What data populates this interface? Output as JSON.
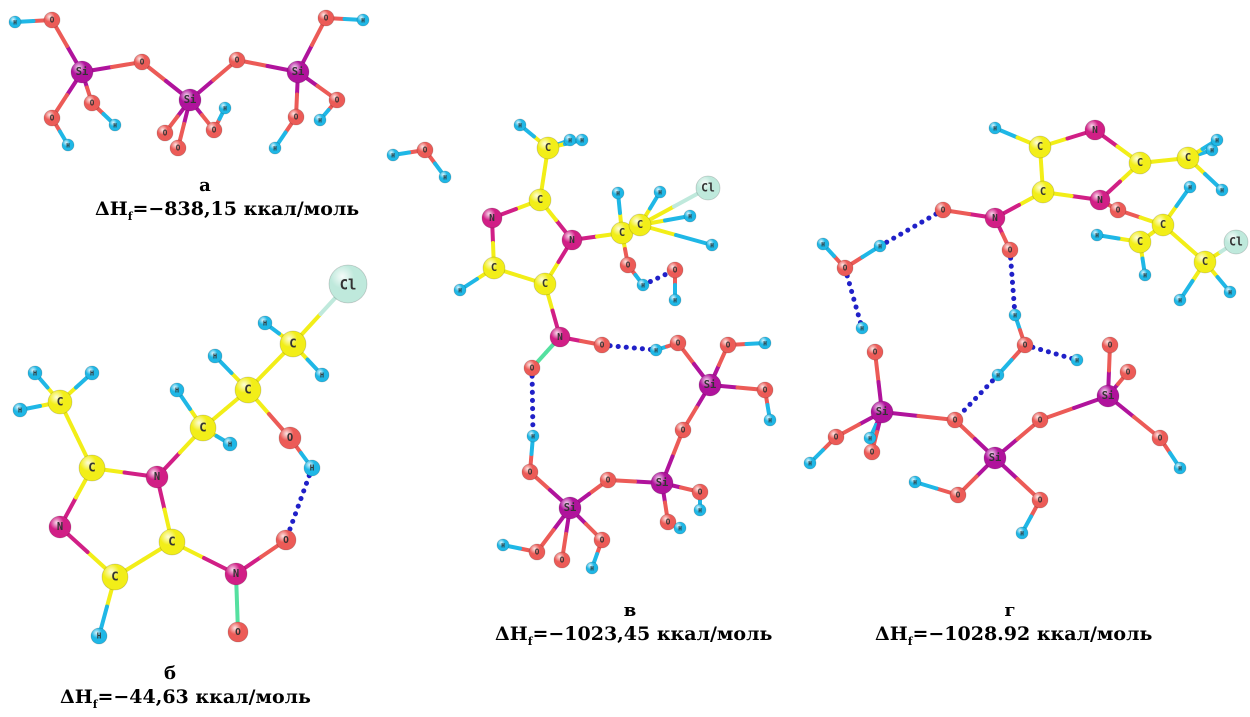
{
  "colors": {
    "Si": "#b0139c",
    "O": "#ec5b57",
    "H": "#1fb7e6",
    "C": "#f2ee18",
    "N": "#d11f86",
    "Cl": "#bfe9dc",
    "hbond": "#2020c8",
    "label": "#333333"
  },
  "symbols": {
    "Si": "Si",
    "O": "O",
    "H": "H",
    "C": "C",
    "N": "N",
    "Cl": "Cl"
  },
  "panels": [
    {
      "id": "a",
      "caption": {
        "letter": "а",
        "prefix": "ΔH",
        "sub": "f",
        "value": "=−838,15 ккал/моль"
      },
      "atoms": [
        [
          "Si",
          82,
          72,
          11
        ],
        [
          "Si",
          190,
          100,
          11
        ],
        [
          "Si",
          298,
          72,
          11
        ],
        [
          "O",
          142,
          62,
          8
        ],
        [
          "O",
          237,
          60,
          8
        ],
        [
          "O",
          52,
          20,
          8
        ],
        [
          "H",
          15,
          22,
          6
        ],
        [
          "O",
          52,
          118,
          8
        ],
        [
          "H",
          68,
          145,
          6
        ],
        [
          "O",
          92,
          103,
          8
        ],
        [
          "H",
          115,
          125,
          6
        ],
        [
          "O",
          165,
          133,
          8
        ],
        [
          "O",
          178,
          148,
          8
        ],
        [
          "O",
          214,
          130,
          8
        ],
        [
          "H",
          225,
          108,
          6
        ],
        [
          "O",
          326,
          18,
          8
        ],
        [
          "H",
          363,
          20,
          6
        ],
        [
          "O",
          337,
          100,
          8
        ],
        [
          "H",
          320,
          120,
          6
        ],
        [
          "O",
          296,
          117,
          8
        ],
        [
          "H",
          275,
          148,
          6
        ]
      ],
      "bonds": [
        [
          0,
          3
        ],
        [
          3,
          1
        ],
        [
          1,
          4
        ],
        [
          4,
          2
        ],
        [
          0,
          5
        ],
        [
          5,
          6
        ],
        [
          0,
          7
        ],
        [
          7,
          8
        ],
        [
          0,
          9
        ],
        [
          9,
          10
        ],
        [
          1,
          11
        ],
        [
          1,
          12
        ],
        [
          1,
          13
        ],
        [
          13,
          14
        ],
        [
          2,
          15
        ],
        [
          15,
          16
        ],
        [
          2,
          17
        ],
        [
          17,
          18
        ],
        [
          2,
          19
        ],
        [
          19,
          20
        ]
      ],
      "hbonds": []
    },
    {
      "id": "b",
      "caption": {
        "letter": "б",
        "prefix": "ΔH",
        "sub": "f",
        "value": "=−44,63 ккал/моль"
      },
      "atoms": [
        [
          "N",
          157,
          477,
          11
        ],
        [
          "C",
          172,
          542,
          13
        ],
        [
          "C",
          115,
          577,
          13
        ],
        [
          "N",
          60,
          527,
          11
        ],
        [
          "C",
          92,
          468,
          13
        ],
        [
          "C",
          60,
          402,
          12
        ],
        [
          "H",
          35,
          373,
          7
        ],
        [
          "H",
          92,
          373,
          7
        ],
        [
          "H",
          20,
          410,
          7
        ],
        [
          "C",
          203,
          428,
          13
        ],
        [
          "H",
          177,
          390,
          7
        ],
        [
          "H",
          230,
          444,
          7
        ],
        [
          "C",
          248,
          390,
          13
        ],
        [
          "H",
          215,
          356,
          7
        ],
        [
          "O",
          290,
          438,
          11
        ],
        [
          "H",
          312,
          468,
          8
        ],
        [
          "C",
          293,
          344,
          13
        ],
        [
          "H",
          265,
          323,
          7
        ],
        [
          "H",
          322,
          375,
          7
        ],
        [
          "Cl",
          348,
          284,
          19
        ],
        [
          "H",
          99,
          636,
          8
        ],
        [
          "N",
          236,
          574,
          11
        ],
        [
          "O",
          286,
          540,
          10
        ],
        [
          "O",
          238,
          632,
          10
        ]
      ],
      "bonds": [
        [
          0,
          1
        ],
        [
          1,
          2
        ],
        [
          2,
          3
        ],
        [
          3,
          4
        ],
        [
          4,
          0
        ],
        [
          4,
          5
        ],
        [
          5,
          6
        ],
        [
          5,
          7
        ],
        [
          5,
          8
        ],
        [
          0,
          9
        ],
        [
          9,
          10
        ],
        [
          9,
          11
        ],
        [
          9,
          12
        ],
        [
          12,
          13
        ],
        [
          12,
          14
        ],
        [
          14,
          15
        ],
        [
          12,
          16
        ],
        [
          16,
          17
        ],
        [
          16,
          18
        ],
        [
          16,
          19
        ],
        [
          2,
          20
        ],
        [
          1,
          21
        ],
        [
          21,
          22
        ],
        [
          21,
          23
        ]
      ],
      "hbonds": [
        [
          15,
          22
        ]
      ],
      "greenBonds": [
        [
          21,
          23
        ]
      ]
    },
    {
      "id": "c",
      "caption": {
        "letter": "в",
        "prefix": "ΔH",
        "sub": "f",
        "value": "=−1023,45 ккал/моль"
      },
      "atoms": [
        [
          "O",
          425,
          150,
          8
        ],
        [
          "H",
          393,
          155,
          6
        ],
        [
          "H",
          445,
          177,
          6
        ],
        [
          "C",
          540,
          200,
          11
        ],
        [
          "C",
          548,
          148,
          11
        ],
        [
          "H",
          520,
          125,
          6
        ],
        [
          "H",
          570,
          140,
          6
        ],
        [
          "H",
          582,
          140,
          6
        ],
        [
          "N",
          492,
          218,
          10
        ],
        [
          "C",
          494,
          268,
          11
        ],
        [
          "H",
          460,
          290,
          6
        ],
        [
          "C",
          545,
          284,
          11
        ],
        [
          "N",
          572,
          240,
          10
        ],
        [
          "C",
          622,
          233,
          11
        ],
        [
          "H",
          618,
          193,
          6
        ],
        [
          "C",
          640,
          225,
          11
        ],
        [
          "H",
          660,
          192,
          6
        ],
        [
          "Cl",
          708,
          188,
          12
        ],
        [
          "H",
          690,
          216,
          6
        ],
        [
          "H",
          712,
          245,
          6
        ],
        [
          "O",
          628,
          265,
          8
        ],
        [
          "H",
          643,
          285,
          6
        ],
        [
          "O",
          675,
          270,
          8
        ],
        [
          "H",
          675,
          300,
          6
        ],
        [
          "N",
          560,
          337,
          10
        ],
        [
          "O",
          602,
          345,
          8
        ],
        [
          "O",
          532,
          368,
          8
        ],
        [
          "H",
          533,
          436,
          6
        ],
        [
          "O",
          530,
          472,
          8
        ],
        [
          "H",
          656,
          350,
          6
        ],
        [
          "O",
          678,
          343,
          8
        ],
        [
          "Si",
          710,
          385,
          11
        ],
        [
          "O",
          728,
          345,
          8
        ],
        [
          "H",
          765,
          343,
          6
        ],
        [
          "O",
          765,
          390,
          8
        ],
        [
          "H",
          770,
          420,
          6
        ],
        [
          "O",
          683,
          430,
          8
        ],
        [
          "Si",
          662,
          483,
          11
        ],
        [
          "O",
          700,
          492,
          8
        ],
        [
          "H",
          700,
          510,
          6
        ],
        [
          "O",
          668,
          522,
          8
        ],
        [
          "H",
          680,
          528,
          6
        ],
        [
          "O",
          608,
          480,
          8
        ],
        [
          "Si",
          570,
          508,
          11
        ],
        [
          "O",
          602,
          540,
          8
        ],
        [
          "H",
          592,
          568,
          6
        ],
        [
          "O",
          537,
          552,
          8
        ],
        [
          "H",
          503,
          545,
          6
        ],
        [
          "O",
          562,
          560,
          8
        ]
      ],
      "bonds": [
        [
          0,
          1
        ],
        [
          0,
          2
        ],
        [
          3,
          4
        ],
        [
          4,
          5
        ],
        [
          4,
          6
        ],
        [
          4,
          7
        ],
        [
          3,
          8
        ],
        [
          8,
          9
        ],
        [
          9,
          10
        ],
        [
          9,
          11
        ],
        [
          11,
          12
        ],
        [
          12,
          3
        ],
        [
          12,
          13
        ],
        [
          13,
          14
        ],
        [
          13,
          15
        ],
        [
          15,
          16
        ],
        [
          15,
          17
        ],
        [
          15,
          18
        ],
        [
          15,
          19
        ],
        [
          13,
          20
        ],
        [
          20,
          21
        ],
        [
          22,
          23
        ],
        [
          11,
          24
        ],
        [
          24,
          25
        ],
        [
          24,
          26
        ],
        [
          29,
          30
        ],
        [
          30,
          31
        ],
        [
          31,
          32
        ],
        [
          32,
          33
        ],
        [
          31,
          34
        ],
        [
          34,
          35
        ],
        [
          31,
          36
        ],
        [
          36,
          37
        ],
        [
          37,
          38
        ],
        [
          38,
          39
        ],
        [
          37,
          40
        ],
        [
          40,
          41
        ],
        [
          37,
          42
        ],
        [
          42,
          43
        ],
        [
          43,
          44
        ],
        [
          44,
          45
        ],
        [
          43,
          46
        ],
        [
          46,
          47
        ],
        [
          43,
          48
        ],
        [
          28,
          27
        ],
        [
          28,
          43
        ]
      ],
      "hbonds": [
        [
          25,
          29
        ],
        [
          26,
          27
        ],
        [
          21,
          22
        ]
      ],
      "greenBonds": [
        [
          24,
          26
        ]
      ]
    },
    {
      "id": "d",
      "caption": {
        "letter": "г",
        "prefix": "ΔH",
        "sub": "f",
        "value": "=−1028.92 ккал/моль"
      },
      "atoms": [
        [
          "H",
          995,
          128,
          6
        ],
        [
          "C",
          1040,
          147,
          11
        ],
        [
          "N",
          1095,
          130,
          10
        ],
        [
          "C",
          1140,
          163,
          11
        ],
        [
          "C",
          1043,
          192,
          11
        ],
        [
          "N",
          1100,
          200,
          10
        ],
        [
          "C",
          1188,
          158,
          11
        ],
        [
          "H",
          1212,
          150,
          6
        ],
        [
          "H",
          1222,
          190,
          6
        ],
        [
          "H",
          1217,
          140,
          6
        ],
        [
          "O",
          1118,
          210,
          8
        ],
        [
          "C",
          1163,
          225,
          11
        ],
        [
          "H",
          1190,
          187,
          6
        ],
        [
          "C",
          1140,
          242,
          11
        ],
        [
          "H",
          1097,
          235,
          6
        ],
        [
          "C",
          1205,
          262,
          11
        ],
        [
          "Cl",
          1236,
          242,
          12
        ],
        [
          "H",
          1230,
          292,
          6
        ],
        [
          "H",
          1180,
          300,
          6
        ],
        [
          "H",
          1145,
          275,
          6
        ],
        [
          "N",
          995,
          218,
          10
        ],
        [
          "O",
          943,
          210,
          8
        ],
        [
          "O",
          1010,
          250,
          8
        ],
        [
          "H",
          823,
          244,
          6
        ],
        [
          "O",
          845,
          268,
          8
        ],
        [
          "H",
          880,
          246,
          6
        ],
        [
          "H",
          862,
          328,
          6
        ],
        [
          "O",
          875,
          352,
          8
        ],
        [
          "Si",
          882,
          412,
          11
        ],
        [
          "O",
          836,
          437,
          8
        ],
        [
          "H",
          810,
          463,
          6
        ],
        [
          "H",
          870,
          438,
          6
        ],
        [
          "O",
          872,
          452,
          8
        ],
        [
          "O",
          955,
          420,
          8
        ],
        [
          "Si",
          995,
          458,
          11
        ],
        [
          "O",
          958,
          495,
          8
        ],
        [
          "H",
          915,
          482,
          6
        ],
        [
          "O",
          1040,
          500,
          8
        ],
        [
          "H",
          1022,
          533,
          6
        ],
        [
          "O",
          1040,
          420,
          8
        ],
        [
          "Si",
          1108,
          396,
          11
        ],
        [
          "O",
          1160,
          438,
          8
        ],
        [
          "H",
          1180,
          468,
          6
        ],
        [
          "O",
          1110,
          345,
          8
        ],
        [
          "O",
          1128,
          372,
          8
        ],
        [
          "H",
          1015,
          315,
          6
        ],
        [
          "O",
          1025,
          345,
          8
        ],
        [
          "H",
          998,
          375,
          6
        ],
        [
          "H",
          1077,
          360,
          6
        ]
      ],
      "bonds": [
        [
          0,
          1
        ],
        [
          1,
          2
        ],
        [
          2,
          3
        ],
        [
          3,
          5
        ],
        [
          5,
          4
        ],
        [
          4,
          1
        ],
        [
          3,
          6
        ],
        [
          6,
          7
        ],
        [
          6,
          8
        ],
        [
          6,
          9
        ],
        [
          5,
          10
        ],
        [
          10,
          11
        ],
        [
          11,
          12
        ],
        [
          11,
          13
        ],
        [
          13,
          14
        ],
        [
          11,
          15
        ],
        [
          15,
          16
        ],
        [
          15,
          17
        ],
        [
          15,
          18
        ],
        [
          13,
          19
        ],
        [
          4,
          20
        ],
        [
          20,
          21
        ],
        [
          20,
          22
        ],
        [
          24,
          23
        ],
        [
          24,
          25
        ],
        [
          27,
          28
        ],
        [
          28,
          29
        ],
        [
          29,
          30
        ],
        [
          28,
          31
        ],
        [
          28,
          32
        ],
        [
          28,
          33
        ],
        [
          33,
          34
        ],
        [
          34,
          35
        ],
        [
          35,
          36
        ],
        [
          34,
          37
        ],
        [
          37,
          38
        ],
        [
          34,
          39
        ],
        [
          39,
          40
        ],
        [
          40,
          41
        ],
        [
          41,
          42
        ],
        [
          40,
          43
        ],
        [
          40,
          44
        ],
        [
          45,
          46
        ],
        [
          46,
          47
        ]
      ],
      "hbonds": [
        [
          21,
          25
        ],
        [
          24,
          26
        ],
        [
          22,
          45
        ],
        [
          46,
          48
        ],
        [
          47,
          33
        ]
      ],
      "greenBonds": []
    }
  ],
  "captionPositions": {}
}
